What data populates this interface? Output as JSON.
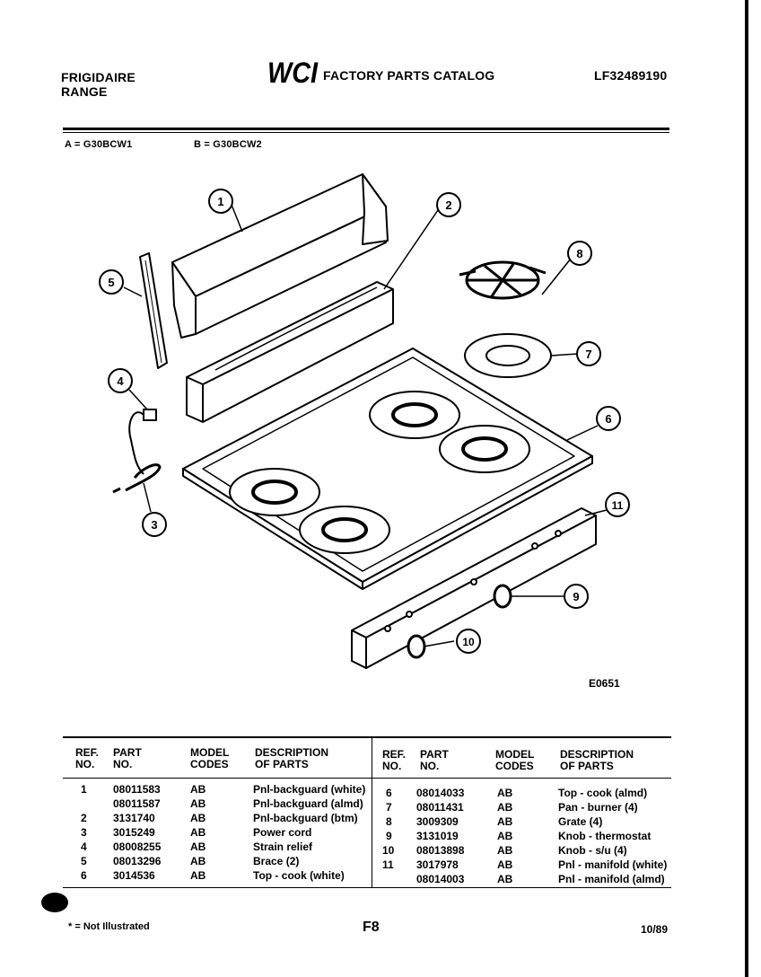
{
  "header": {
    "brand": "FRIGIDAIRE",
    "product": "RANGE",
    "logo_text": "WCI",
    "catalog_title": "FACTORY PARTS CATALOG",
    "catalog_number": "LF32489190",
    "model_a": "A = G30BCW1",
    "model_b": "B = G30BCW2"
  },
  "diagram": {
    "callouts": [
      "1",
      "2",
      "3",
      "4",
      "5",
      "6",
      "7",
      "8",
      "9",
      "10",
      "11"
    ],
    "figure_code": "E0651"
  },
  "table": {
    "headers": {
      "ref_no": [
        "REF.",
        "NO."
      ],
      "part_no": [
        "PART",
        "NO."
      ],
      "model_codes": [
        "MODEL",
        "CODES"
      ],
      "description": [
        "DESCRIPTION",
        "OF PARTS"
      ]
    },
    "left_rows": [
      {
        "ref": "1",
        "part": "08011583",
        "codes": "AB",
        "desc": "Pnl-backguard (white)"
      },
      {
        "ref": "",
        "part": "08011587",
        "codes": "AB",
        "desc": "Pnl-backguard (almd)"
      },
      {
        "ref": "2",
        "part": "3131740",
        "codes": "AB",
        "desc": "Pnl-backguard (btm)"
      },
      {
        "ref": "3",
        "part": "3015249",
        "codes": "AB",
        "desc": "Power cord"
      },
      {
        "ref": "4",
        "part": "08008255",
        "codes": "AB",
        "desc": "Strain relief"
      },
      {
        "ref": "5",
        "part": "08013296",
        "codes": "AB",
        "desc": "Brace (2)"
      },
      {
        "ref": "6",
        "part": "3014536",
        "codes": "AB",
        "desc": "Top - cook (white)"
      }
    ],
    "right_rows": [
      {
        "ref": "6",
        "part": "08014033",
        "codes": "AB",
        "desc": "Top - cook (almd)"
      },
      {
        "ref": "7",
        "part": "08011431",
        "codes": "AB",
        "desc": "Pan - burner (4)"
      },
      {
        "ref": "8",
        "part": "3009309",
        "codes": "AB",
        "desc": "Grate  (4)"
      },
      {
        "ref": "9",
        "part": "3131019",
        "codes": "AB",
        "desc": "Knob - thermostat"
      },
      {
        "ref": "10",
        "part": "08013898",
        "codes": "AB",
        "desc": "Knob - s/u (4)"
      },
      {
        "ref": "11",
        "part": "3017978",
        "codes": "AB",
        "desc": "Pnl - manifold (white)"
      },
      {
        "ref": "",
        "part": "08014003",
        "codes": "AB",
        "desc": "Pnl - manifold (almd)"
      }
    ]
  },
  "footer": {
    "note": "* = Not Illustrated",
    "page": "F8",
    "date": "10/89"
  }
}
